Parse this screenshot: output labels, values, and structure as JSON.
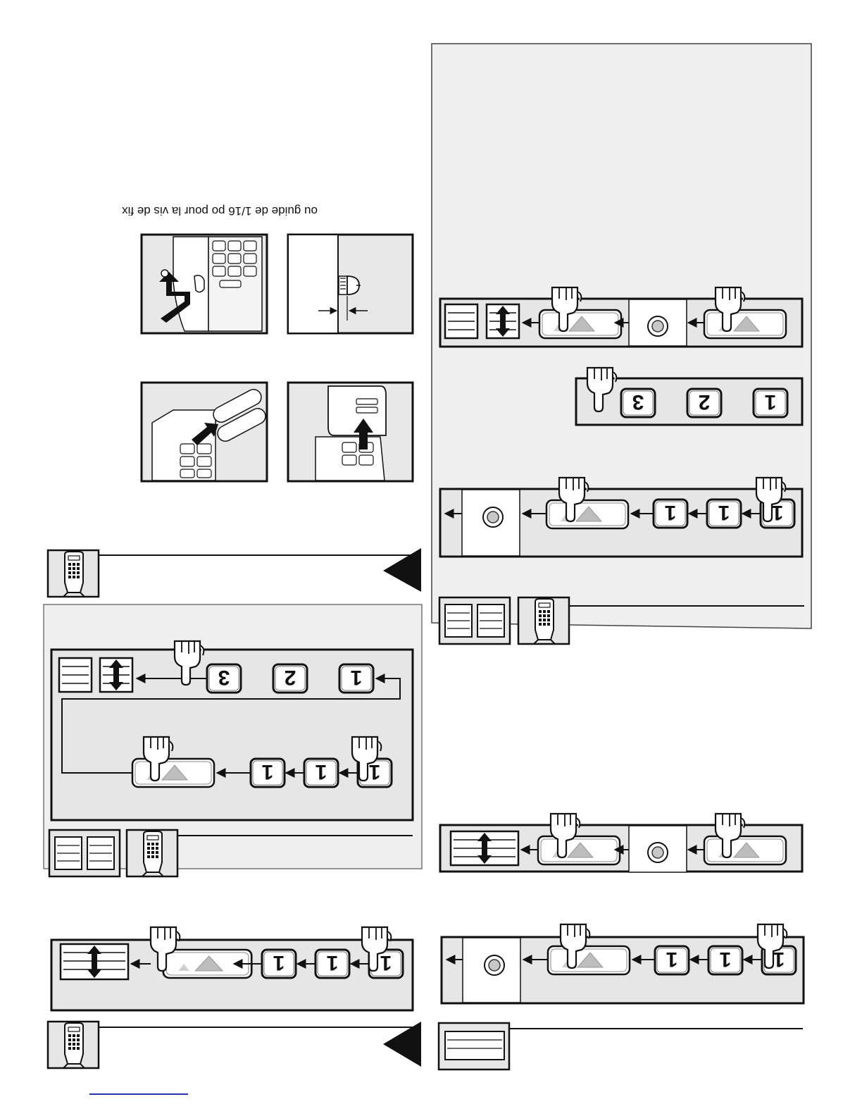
{
  "screw_note": "ou guide de 1/16 po pour la vis de fix",
  "key_labels": {
    "one": "1",
    "two": "2",
    "three": "3"
  },
  "colors": {
    "panel_fill": "#e6e6e6",
    "line": "#111111",
    "white": "#ffffff"
  },
  "icons": {
    "finger": "pointing-hand-icon",
    "up_button": "up-triangle-button-icon",
    "learn_button": "round-learn-button-icon",
    "keypad": "wireless-keypad-icon",
    "door": "garage-door-icon",
    "door_motion": "door-up-down-arrow-icon",
    "play": "triangle-marker-icon"
  }
}
